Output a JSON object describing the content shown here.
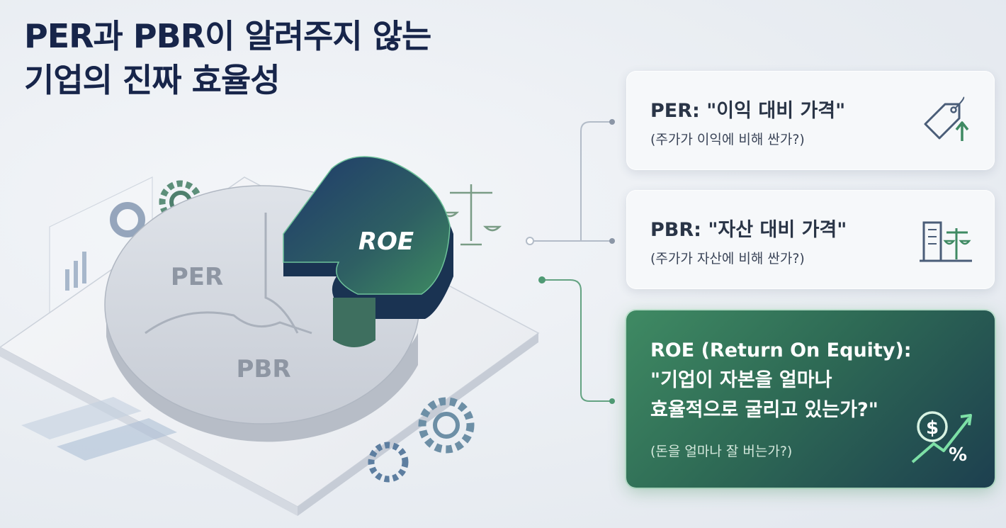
{
  "title": {
    "line1": "PER과 PBR이 알려주지 않는",
    "line2": "기업의 진짜 효율성"
  },
  "puzzle": {
    "piece1": "PER",
    "piece2": "PBR",
    "piece3": "ROE"
  },
  "cards": {
    "per": {
      "heading": "PER: \"이익 대비 가격\"",
      "sub": "(주가가 이익에 비해 싼가?)",
      "icon": "price-tag-icon"
    },
    "pbr": {
      "heading": "PBR: \"자산 대비 가격\"",
      "sub": "(주가가 자산에 비해 싼가?)",
      "icon": "building-scale-icon"
    },
    "roe": {
      "line1": "ROE (Return On Equity):",
      "line2": "\"기업이 자본을 얼마나",
      "line3": "효율적으로 굴리고 있는가?\"",
      "sub": "(돈을 얼마나 잘 버는가?)",
      "icon": "dollar-growth-icon"
    }
  },
  "colors": {
    "title": "#17254a",
    "roe_green": "#3f8a63",
    "roe_navy": "#1d3f4f",
    "puzzle_gray": "#c9ced6"
  }
}
